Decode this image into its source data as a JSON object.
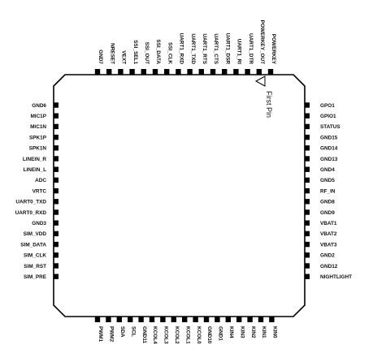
{
  "chip": {
    "first_pin_label": "First Pin",
    "top_pins": [
      "GND7",
      "NRESET",
      "VEXT",
      "SSI_SEL1",
      "SSI_OUT",
      "SSI_DATA",
      "SSI_CLK",
      "UART1_RXD",
      "UART1_TXD",
      "UART1_RTS",
      "UART1_CTS",
      "UART1_DSR",
      "UART1_RI",
      "UART1_DTR",
      "POWERKEY_OUT",
      "POWERKEY"
    ],
    "left_pins": [
      "GND6",
      "MIC1P",
      "MIC1N",
      "SPK1P",
      "SPK1N",
      "LINEIN_R",
      "LINEIN_L",
      "ADC",
      "VRTC",
      "UART0_TXD",
      "UART0_RXD",
      "GND3",
      "SIM_VDD",
      "SIM_DATA",
      "SIM_CLK",
      "SIM_RST",
      "SIM_PRE"
    ],
    "right_pins": [
      "GPO1",
      "GPIO1",
      "STATUS",
      "GND15",
      "GND14",
      "GND13",
      "GND4",
      "GND5",
      "RF_IN",
      "GND8",
      "GND9",
      "VBAT1",
      "VBAT2",
      "VBAT3",
      "GND2",
      "GND12",
      "NIGHTLIGHT"
    ],
    "bottom_pins": [
      "PWM1",
      "PWM2",
      "SDA",
      "SCL",
      "GND11",
      "KCOL4",
      "KCOL3",
      "KCOL2",
      "KCOL1",
      "KCOL0",
      "GND10",
      "GND1",
      "KIN4",
      "KIN3",
      "KIN2",
      "KIN1",
      "KIN0"
    ]
  }
}
